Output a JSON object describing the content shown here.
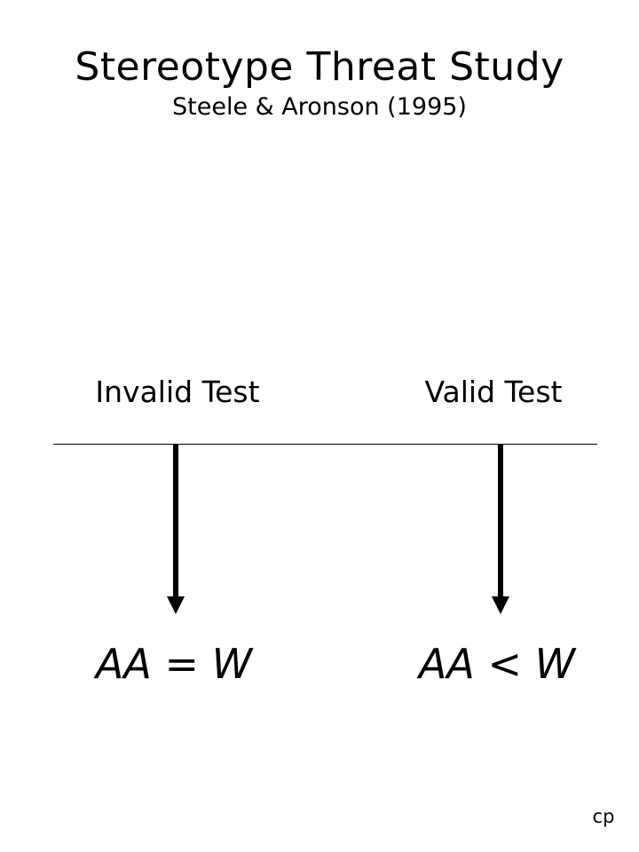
{
  "slide": {
    "title": "Stereotype Threat Study",
    "subtitle": "Steele & Aronson (1995)"
  },
  "conditions": [
    {
      "label": "Invalid Test",
      "result": "AA = W"
    },
    {
      "label": "Valid Test",
      "result": "AA < W"
    }
  ],
  "footer": {
    "note": "cp"
  },
  "colors": {
    "ink": "#000000",
    "background": "#ffffff"
  },
  "icons": {
    "connector": "down-arrow-icon"
  }
}
